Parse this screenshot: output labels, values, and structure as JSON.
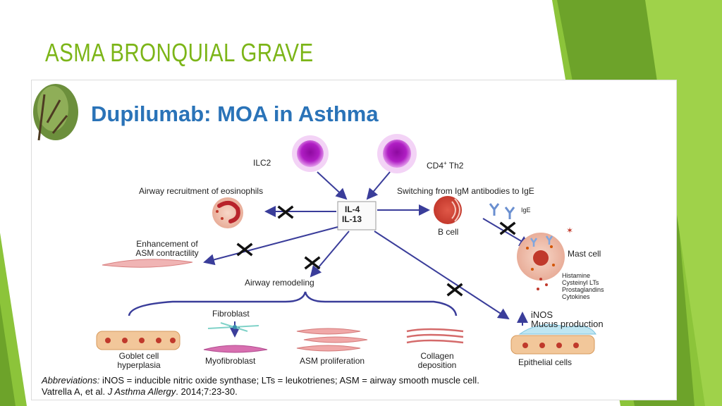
{
  "slide": {
    "title": "ASMA BRONQUIAL GRAVE",
    "accent_color": "#7cb518"
  },
  "figure": {
    "title": "Dupilumab: MOA in Asthma",
    "title_color": "#2a73b8",
    "nodes": {
      "ilc2": "ILC2",
      "cd4_base": "CD4",
      "cd4_sup": "+",
      "cd4_tail": " Th2",
      "il4": "IL-4",
      "il13": "IL-13",
      "eosinophils": "Airway recruitment of eosinophils",
      "switching": "Switching from IgM antibodies to IgE",
      "b_cell": "B cell",
      "ige": "IgE",
      "asm_line1": "Enhancement of",
      "asm_line2": "ASM contractility",
      "mast_cell": "Mast cell",
      "mediators": [
        "Histamine",
        "Cysteinyl LTs",
        "Prostaglandins",
        "Cytokines"
      ],
      "airway_remodeling": "Airway remodeling",
      "fibroblast": "Fibroblast",
      "inos": "iNOS",
      "mucus": "Mucus production",
      "epithelial": "Epithelial cells",
      "goblet_line1": "Goblet cell",
      "goblet_line2": "hyperplasia",
      "myofibroblast": "Myofibroblast",
      "asm_proliferation": "ASM proliferation",
      "collagen_line1": "Collagen",
      "collagen_line2": "deposition"
    },
    "abbreviations_label": "Abbreviations:",
    "abbreviations_text": " iNOS = inducible nitric oxide synthase; LTs = leukotrienes; ASM = airway smooth muscle cell.",
    "citation_prefix": "Vatrella A, et al. ",
    "citation_journal": "J Asthma Allergy",
    "citation_suffix": ". 2014;7:23-30.",
    "arrow_color": "#3a3d9a",
    "block_color": "#111111"
  }
}
